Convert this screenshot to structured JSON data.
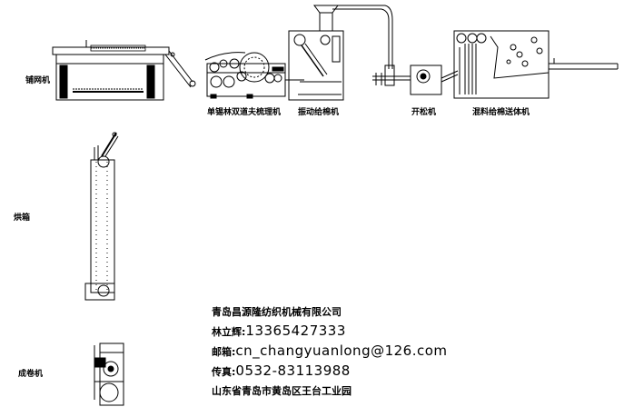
{
  "machines": {
    "lapper": "铺网机",
    "carding": "单锡林双道夫梳理机",
    "vibro_feeder": "振动给棉机",
    "opener": "开松机",
    "blending_feeder": "混料给棉送体机",
    "oven": "烘箱",
    "winder": "成卷机"
  },
  "contact": {
    "company": "青岛昌源隆纺织机械有限公司",
    "person_label": "林立辉:",
    "phone": "13365427333",
    "email_label": "邮箱:",
    "email": "cn_changyuanlong@126.com",
    "fax_label": "传真:",
    "fax": "0532-83113988",
    "address": "山东省青岛市黄岛区王台工业园"
  }
}
